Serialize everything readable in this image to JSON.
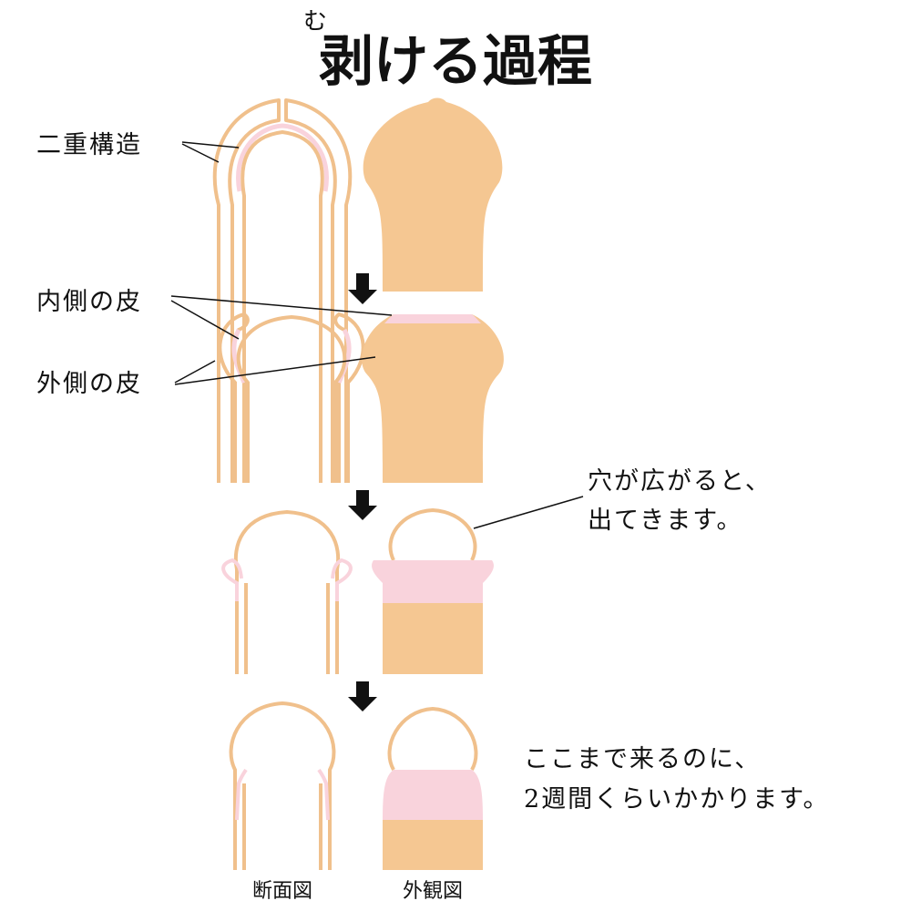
{
  "title": {
    "ruby": "む",
    "text": "剥ける過程"
  },
  "labels": {
    "double_structure": "二重構造",
    "inner_skin": "内側の皮",
    "outer_skin": "外側の皮",
    "hole_widens_line1": "穴が広がると、",
    "hole_widens_line2": "出てきます。",
    "duration_line1": "ここまで来るのに、",
    "duration_line2": "2週間くらいかかります。",
    "cross_section": "断面図",
    "exterior_view": "外観図"
  },
  "stages": [
    "stage-1",
    "stage-2",
    "stage-3",
    "stage-4"
  ],
  "colors": {
    "skin": "#f5c792",
    "skin_outline": "#f0c08c",
    "inner_pink": "#f9d3dc",
    "arrow": "#111111",
    "leader": "#111111"
  },
  "icons": {
    "step_arrow": "down-arrow-icon"
  }
}
